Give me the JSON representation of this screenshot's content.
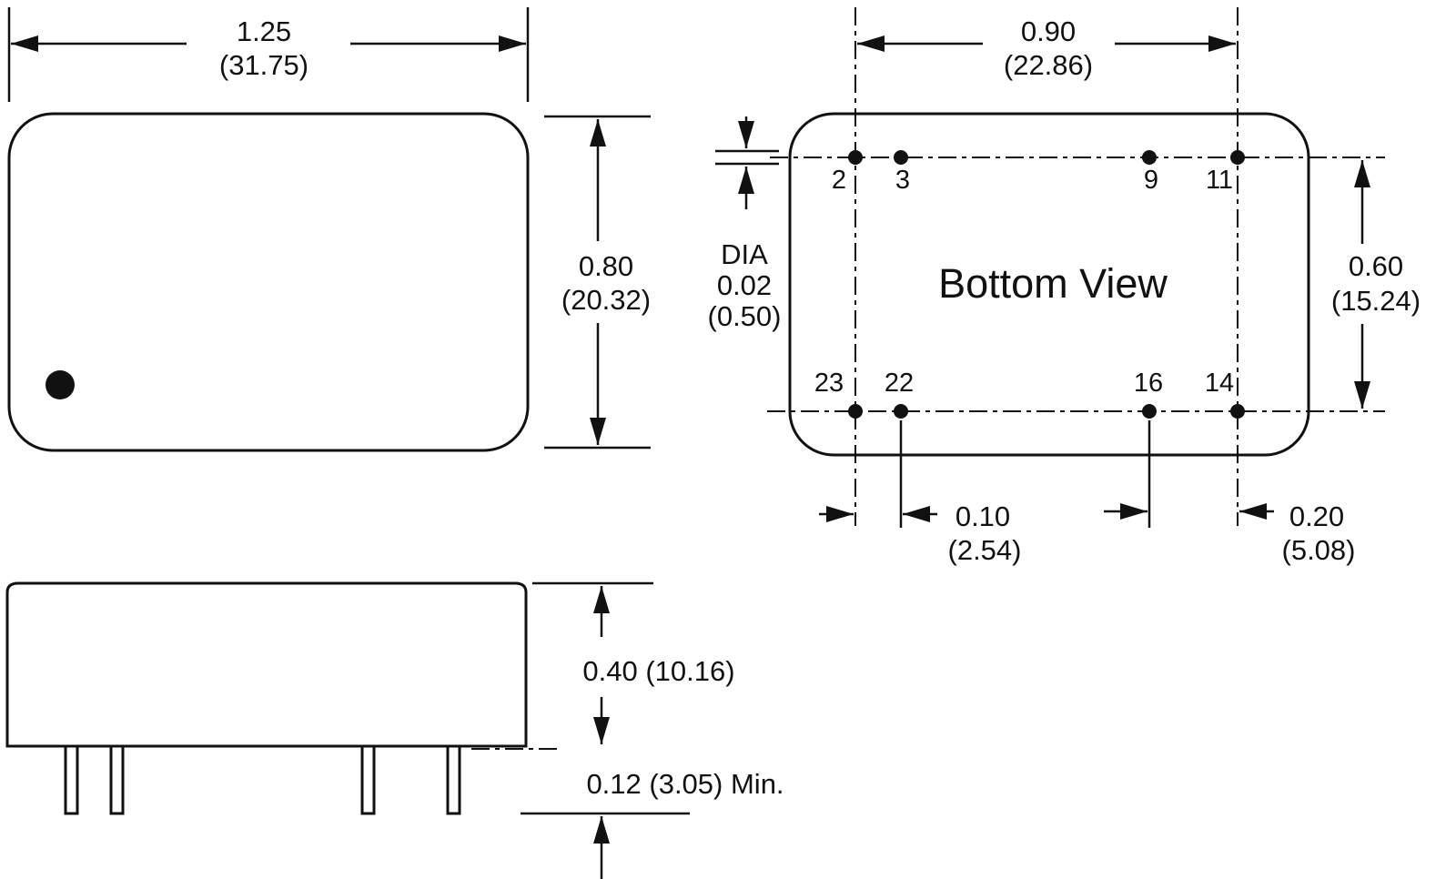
{
  "top_view": {
    "width_dim": {
      "inches": "1.25",
      "mm": "(31.75)"
    },
    "height_dim": {
      "inches": "0.80",
      "mm": "(20.32)"
    }
  },
  "side_view": {
    "body_height_dim": "0.40 (10.16)",
    "pin_length_dim": "0.12 (3.05) Min."
  },
  "bottom_view": {
    "title": "Bottom View",
    "pin_span_dim": {
      "inches": "0.90",
      "mm": "(22.86)"
    },
    "row_span_dim": {
      "inches": "0.60",
      "mm": "(15.24)"
    },
    "pin_dia_dim": {
      "label": "DIA",
      "inches": "0.02",
      "mm": "(0.50)"
    },
    "pin_pitch_dim": {
      "inches": "0.10",
      "mm": "(2.54)"
    },
    "end_pitch_dim": {
      "inches": "0.20",
      "mm": "(5.08)"
    },
    "pins_top": [
      "2",
      "3",
      "9",
      "11"
    ],
    "pins_bottom": [
      "23",
      "22",
      "16",
      "14"
    ]
  }
}
